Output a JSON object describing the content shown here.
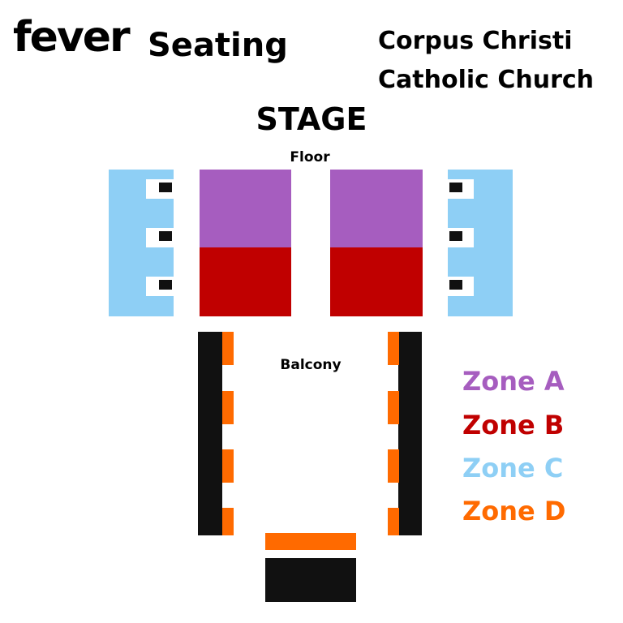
{
  "header": {
    "brand": "fever",
    "subtitle": "Seating",
    "venue_line1": "Corpus Christi",
    "venue_line2": "Catholic Church"
  },
  "map": {
    "stage": "STAGE",
    "floor": "Floor",
    "balcony": "Balcony"
  },
  "colors": {
    "zone_a": "#A65DBF",
    "zone_b": "#C00000",
    "zone_c": "#8ECFF5",
    "zone_d": "#FF6A00",
    "structure": "#111111"
  },
  "legend": [
    {
      "label": "Zone A",
      "color": "#A65DBF"
    },
    {
      "label": "Zone B",
      "color": "#C00000"
    },
    {
      "label": "Zone C",
      "color": "#8ECFF5"
    },
    {
      "label": "Zone D",
      "color": "#FF6A00"
    }
  ]
}
